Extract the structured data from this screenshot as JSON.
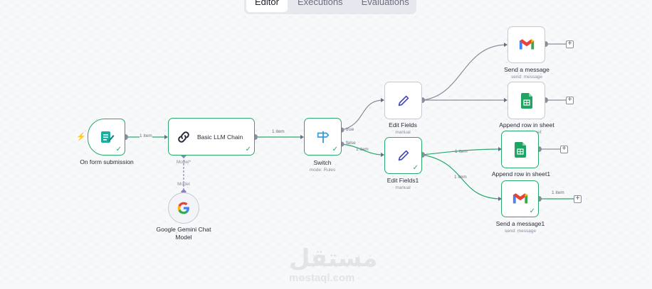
{
  "tabs": [
    {
      "label": "Editor",
      "active": true
    },
    {
      "label": "Executions",
      "active": false
    },
    {
      "label": "Evaluations",
      "active": false
    }
  ],
  "nodes": {
    "form_trigger": {
      "label": "On form submission",
      "icon": "form-icon"
    },
    "llm_chain": {
      "label": "Basic LLM Chain",
      "icon": "link-icon",
      "port_label": "Model*"
    },
    "gemini": {
      "label_line1": "Google Gemini Chat",
      "label_line2": "Model",
      "icon": "google-icon",
      "port_label": "Model"
    },
    "switch": {
      "label": "Switch",
      "subtitle": "mode: Rules",
      "icon": "signpost-icon",
      "output_true": "true",
      "output_false": "false"
    },
    "edit_fields": {
      "label": "Edit Fields",
      "subtitle": "manual",
      "icon": "pen-icon"
    },
    "edit_fields1": {
      "label": "Edit Fields1",
      "subtitle": "manual",
      "icon": "pen-icon"
    },
    "send_message": {
      "label": "Send a message",
      "subtitle": "send: message",
      "icon": "gmail-icon"
    },
    "append_row": {
      "label": "Append row in sheet",
      "subtitle": "append: sheet",
      "icon": "sheets-icon"
    },
    "append_row1": {
      "label": "Append row in sheet1",
      "icon": "sheets-icon"
    },
    "send_message1": {
      "label": "Send a message1",
      "subtitle": "send: message",
      "icon": "gmail-icon"
    }
  },
  "edge_labels": {
    "form_to_chain": "1 item",
    "chain_to_switch": "1 item",
    "switch_false": "1 item",
    "ef1_to_append1": "1 item",
    "ef1_to_send1": "1 item",
    "send1_out": "1 item"
  },
  "watermark": {
    "arabic": "مستقل",
    "latin": "mostaql.com"
  },
  "colors": {
    "success": "#2aa96b",
    "edge": "#8a8d9c",
    "trigger_bolt": "#ff6d5a",
    "model_link": "#8c7fc4"
  }
}
